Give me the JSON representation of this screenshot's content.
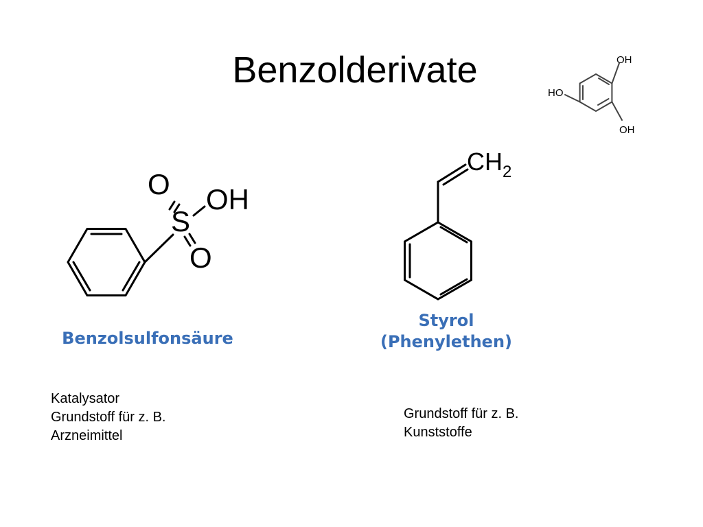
{
  "slide": {
    "title": "Benzolderivate"
  },
  "molecules": {
    "phloroglucinol": {
      "labels": [
        "OH",
        "HO",
        "OH"
      ]
    },
    "benzenesulfonic_acid": {
      "atoms": [
        "O",
        "S",
        "OH",
        "O"
      ],
      "caption": "Benzolsulfonsäure",
      "notes": [
        "Katalysator",
        "Grundstoff für z. B.",
        "Arzneimittel"
      ]
    },
    "styrene": {
      "atom_main": "CH",
      "atom_sub": "2",
      "caption_line1": "Styrol",
      "caption_line2": "(Phenylethen)",
      "notes": [
        "Grundstoff für z. B.",
        "Kunststoffe"
      ]
    }
  },
  "colors": {
    "caption": "#3a6fb7",
    "text": "#000000",
    "background": "#ffffff"
  }
}
